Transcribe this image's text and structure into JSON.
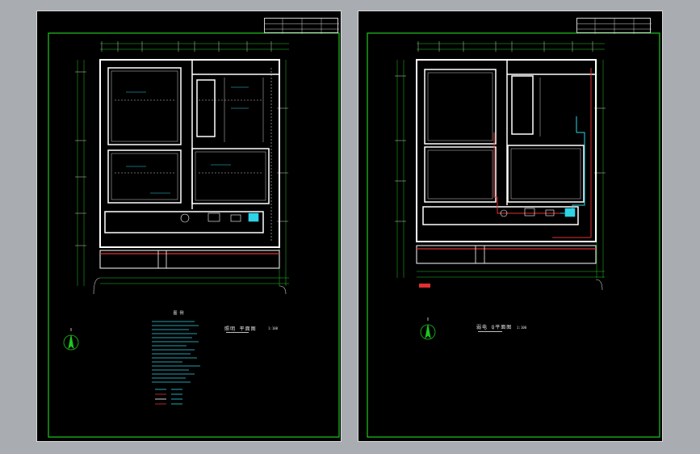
{
  "left_sheet": {
    "plan_title": "照明 平面图",
    "plan_scale": "1:100",
    "legend_heading": "图 例"
  },
  "right_sheet": {
    "plan_title": "弱电 Q平面图",
    "plan_scale": "1:100"
  },
  "colors": {
    "frame": "#1ec81e",
    "walls": "#ffffff",
    "circuit_red": "#e03030",
    "annotation_cyan": "#2fd3e6",
    "background": "#000000",
    "canvas": "#a9adb2"
  },
  "icons": [
    "north-arrow-icon"
  ]
}
